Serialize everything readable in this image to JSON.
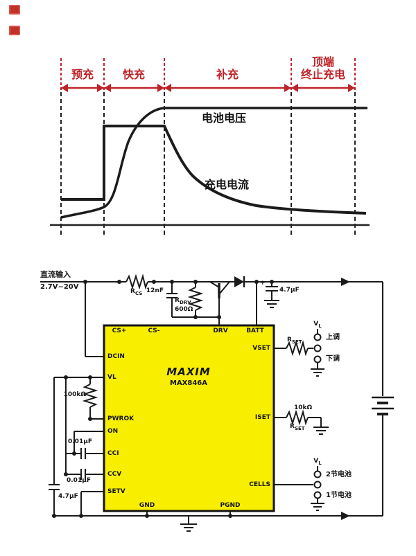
{
  "colors": {
    "annotation_red": "#be2328",
    "ink": "#1a1a1a",
    "chip_yellow": "#f8ee00"
  },
  "markers": {
    "count": 2
  },
  "chart": {
    "phases": [
      "预充",
      "快充",
      "补充"
    ],
    "phase4": {
      "line1": "顶端",
      "line2": "终止充电"
    },
    "voltage": "电池电压",
    "current": "充电电流"
  },
  "chart_data": {
    "type": "line",
    "title": "",
    "xlabel": "",
    "ylabel": "",
    "grid": false,
    "legend": "inline-annotations",
    "x_range": [
      0,
      100
    ],
    "phases": [
      {
        "label": "预充",
        "x_start": 0,
        "x_end": 14.6
      },
      {
        "label": "快充",
        "x_start": 14.6,
        "x_end": 35.1
      },
      {
        "label": "补充",
        "x_start": 35.1,
        "x_end": 78.3
      },
      {
        "label": "顶端终止充电",
        "x_start": 78.3,
        "x_end": 100
      }
    ],
    "series": [
      {
        "name": "电池电压",
        "y_unit": "normalized",
        "x": [
          0,
          14.6,
          19,
          24,
          30,
          35.1,
          100
        ],
        "y": [
          0.07,
          0.15,
          0.39,
          0.74,
          0.95,
          1.0,
          1.0
        ]
      },
      {
        "name": "充电电流",
        "y_unit": "normalized",
        "x": [
          0,
          14.6,
          14.6,
          35.1,
          40.6,
          50,
          64.2,
          78.3,
          100
        ],
        "y": [
          0.26,
          0.26,
          1.0,
          1.0,
          0.66,
          0.4,
          0.23,
          0.17,
          0.13
        ]
      }
    ]
  },
  "circuit": {
    "input": {
      "title": "直流输入",
      "range": "2.7V~20V"
    },
    "chip": {
      "brand": "MAXIM",
      "part": "MAX846A"
    },
    "pins": {
      "top": [
        "CS+",
        "CS-",
        "DRV",
        "BATT"
      ],
      "left": [
        "DCIN",
        "VL",
        "PWROK",
        "ON",
        "CCI",
        "CCV",
        "SETV"
      ],
      "right": [
        "VSET",
        "ISET",
        "CELLS"
      ],
      "bottom": [
        "GND",
        "PGND"
      ]
    },
    "labels": {
      "rcs": {
        "base": "R",
        "sub": "CS"
      },
      "c_drv": "12nF",
      "rdrv": {
        "base": "R",
        "sub": "DRV"
      },
      "rdrv_val": "600Ω",
      "plus": "+",
      "c_out": "4.7µF",
      "r_pullup": "100kΩ",
      "c_cci": "0.01µF",
      "c_ccv": "0.01µF",
      "c_in": "4.7µF",
      "rset_v": {
        "base": "R",
        "sub": "SET"
      },
      "vl_top": {
        "base": "V",
        "sub": "L"
      },
      "up": "上调",
      "down": "下调",
      "r_iset": "10kΩ",
      "rset_i": {
        "base": "R",
        "sub": "SET"
      },
      "vl_cells": {
        "base": "V",
        "sub": "L"
      },
      "cells2": "2节电池",
      "cells1": "1节电池"
    }
  }
}
